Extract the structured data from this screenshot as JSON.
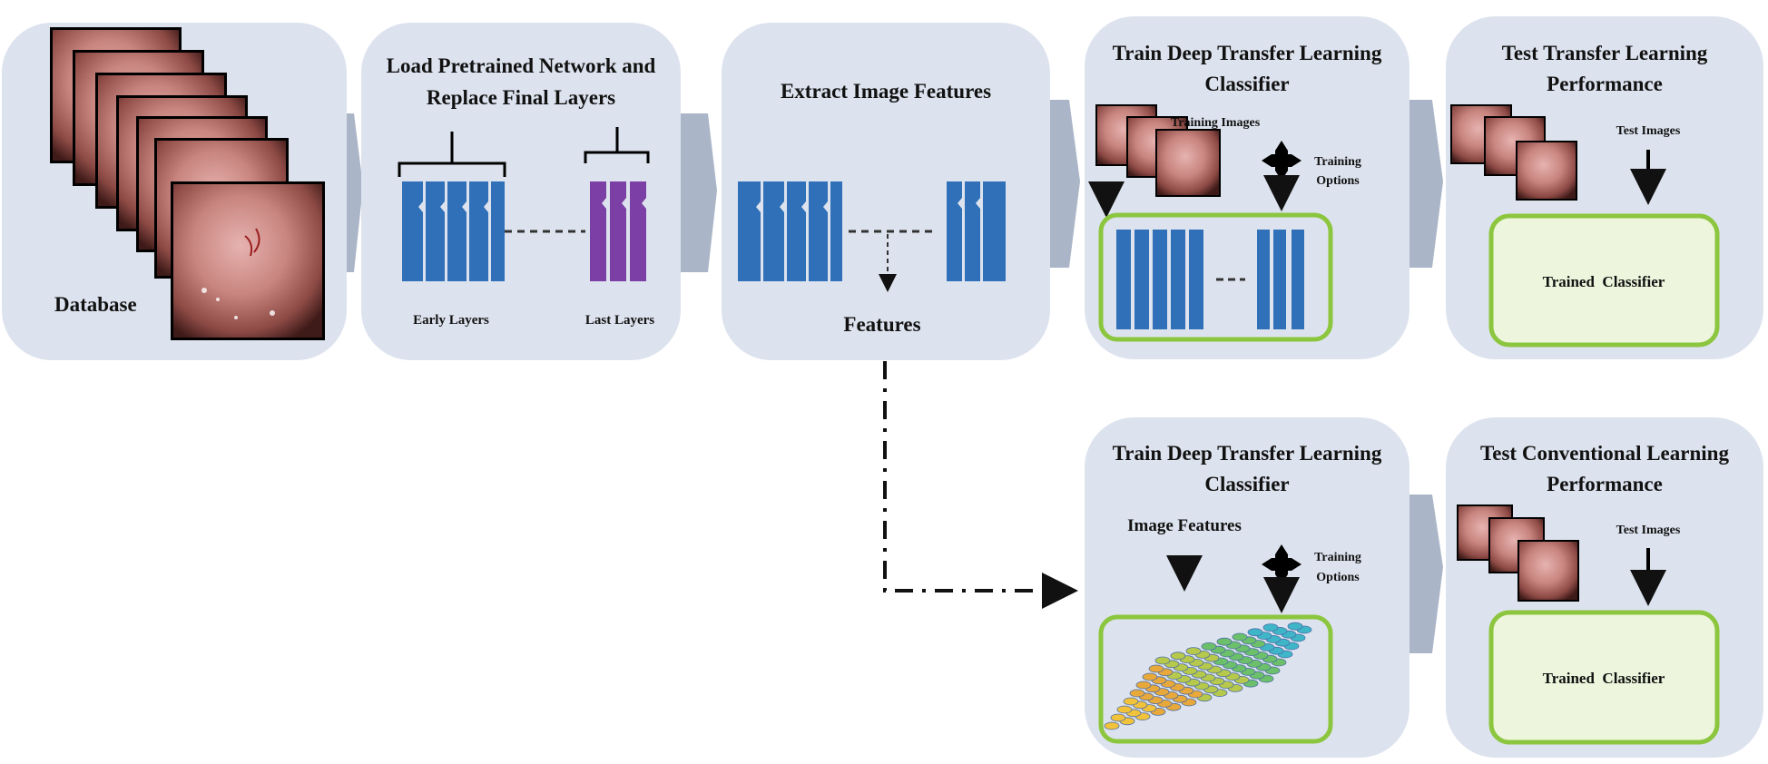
{
  "colors": {
    "panel": "#dde3ee",
    "chevron": "#aab6c8",
    "early_layers": "#2f70b8",
    "last_layers": "#7b3fa5",
    "classifier_border": "#8cc63f",
    "classifier_fill": "#edf5dc",
    "connector": "#111111"
  },
  "stage1": {
    "title": "Database"
  },
  "stage2": {
    "title_line1": "Load Pretrained Network and",
    "title_line2": "Replace Final Layers",
    "early_label": "Early Layers",
    "last_label": "Last Layers"
  },
  "stage3": {
    "title": "Extract Image Features",
    "features_label": "Features"
  },
  "stage4": {
    "title_line1": "Train Deep Transfer Learning",
    "title_line2": "Classifier",
    "training_images": "Training Images",
    "training_options_line1": "Training",
    "training_options_line2": "Options"
  },
  "stage5": {
    "title_line1": "Test Transfer Learning",
    "title_line2": "Performance",
    "test_images": "Test Images",
    "classifier": "Trained  Classifier"
  },
  "stage6": {
    "title_line1": "Train Deep Transfer Learning",
    "title_line2": "Classifier",
    "image_features": "Image Features",
    "training_options_line1": "Training",
    "training_options_line2": "Options"
  },
  "stage7": {
    "title_line1": "Test Conventional Learning",
    "title_line2": "Performance",
    "test_images": "Test Images",
    "classifier": "Trained  Classifier"
  }
}
